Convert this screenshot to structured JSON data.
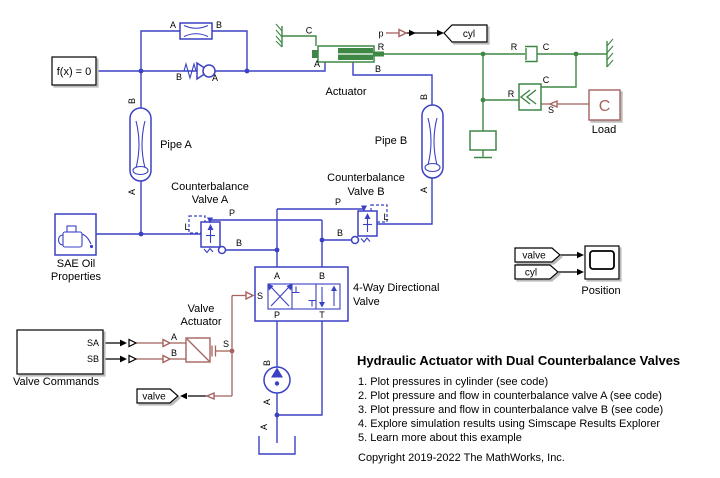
{
  "colors": {
    "background": "#ffffff",
    "hydraulic": "#3a41c4",
    "mechanical": "#3e8745",
    "physical_signal": "#a5625e",
    "signal": "#000000"
  },
  "ports": {
    "A": "A",
    "B": "B",
    "C": "C",
    "L": "L",
    "P": "P",
    "R": "R",
    "S": "S",
    "T": "T",
    "p": "p"
  },
  "blocks": {
    "solver": {
      "label": "f(x) = 0"
    },
    "pipe_a": {
      "name": "Pipe A"
    },
    "pipe_b": {
      "name": "Pipe B"
    },
    "actuator": {
      "name": "Actuator"
    },
    "counterbalance_a": {
      "name_line1": "Counterbalance",
      "name_line2": "Valve A"
    },
    "counterbalance_b": {
      "name_line1": "Counterbalance",
      "name_line2": "Valve B"
    },
    "sae_oil": {
      "name_line1": "SAE Oil",
      "name_line2": "Properties"
    },
    "directional_valve": {
      "name_line1": "4-Way Directional",
      "name_line2": "Valve"
    },
    "valve_actuator": {
      "name_line1": "Valve",
      "name_line2": "Actuator"
    },
    "valve_commands": {
      "name": "Valve Commands",
      "port_sa": "SA",
      "port_sb": "SB"
    },
    "load": {
      "name": "Load",
      "icon_letter": "C"
    },
    "scope": {
      "name": "Position"
    }
  },
  "tags": {
    "goto_cyl": "cyl",
    "goto_valve": "valve",
    "from_valve": "valve",
    "from_cyl": "cyl"
  },
  "annotation": {
    "title": "Hydraulic Actuator with Dual Counterbalance Valves",
    "items": [
      "1. Plot pressures in cylinder (see code)",
      "2. Plot pressure and flow in counterbalance valve A (see code)",
      "3. Plot pressure and flow in counterbalance valve B (see code)",
      "4. Explore simulation results using Simscape Results Explorer",
      "5. Learn more about this example"
    ],
    "copyright": "Copyright 2019-2022 The MathWorks, Inc."
  }
}
